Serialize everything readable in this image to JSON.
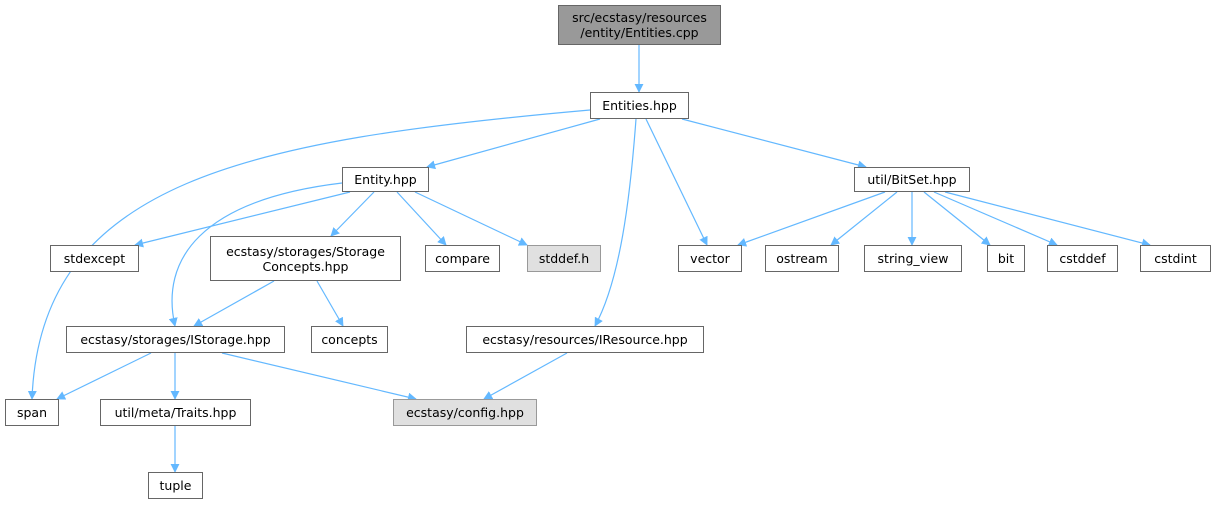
{
  "nodes": {
    "entities_cpp": "src/ecstasy/resources\n/entity/Entities.cpp",
    "entities_hpp": "Entities.hpp",
    "entity_hpp": "Entity.hpp",
    "util_bitset_hpp": "util/BitSet.hpp",
    "stdexcept": "stdexcept",
    "storage_concepts_hpp": "ecstasy/storages/Storage\nConcepts.hpp",
    "compare": "compare",
    "stddef_h": "stddef.h",
    "vector": "vector",
    "ostream": "ostream",
    "string_view": "string_view",
    "bit": "bit",
    "cstddef": "cstddef",
    "cstdint": "cstdint",
    "istorage_hpp": "ecstasy/storages/IStorage.hpp",
    "concepts": "concepts",
    "iresource_hpp": "ecstasy/resources/IResource.hpp",
    "span": "span",
    "traits_hpp": "util/meta/Traits.hpp",
    "config_hpp": "ecstasy/config.hpp",
    "tuple": "tuple"
  },
  "colors": {
    "edge": "#63b8ff",
    "root_fill": "#999999",
    "missing_fill": "#e0e0e0"
  }
}
